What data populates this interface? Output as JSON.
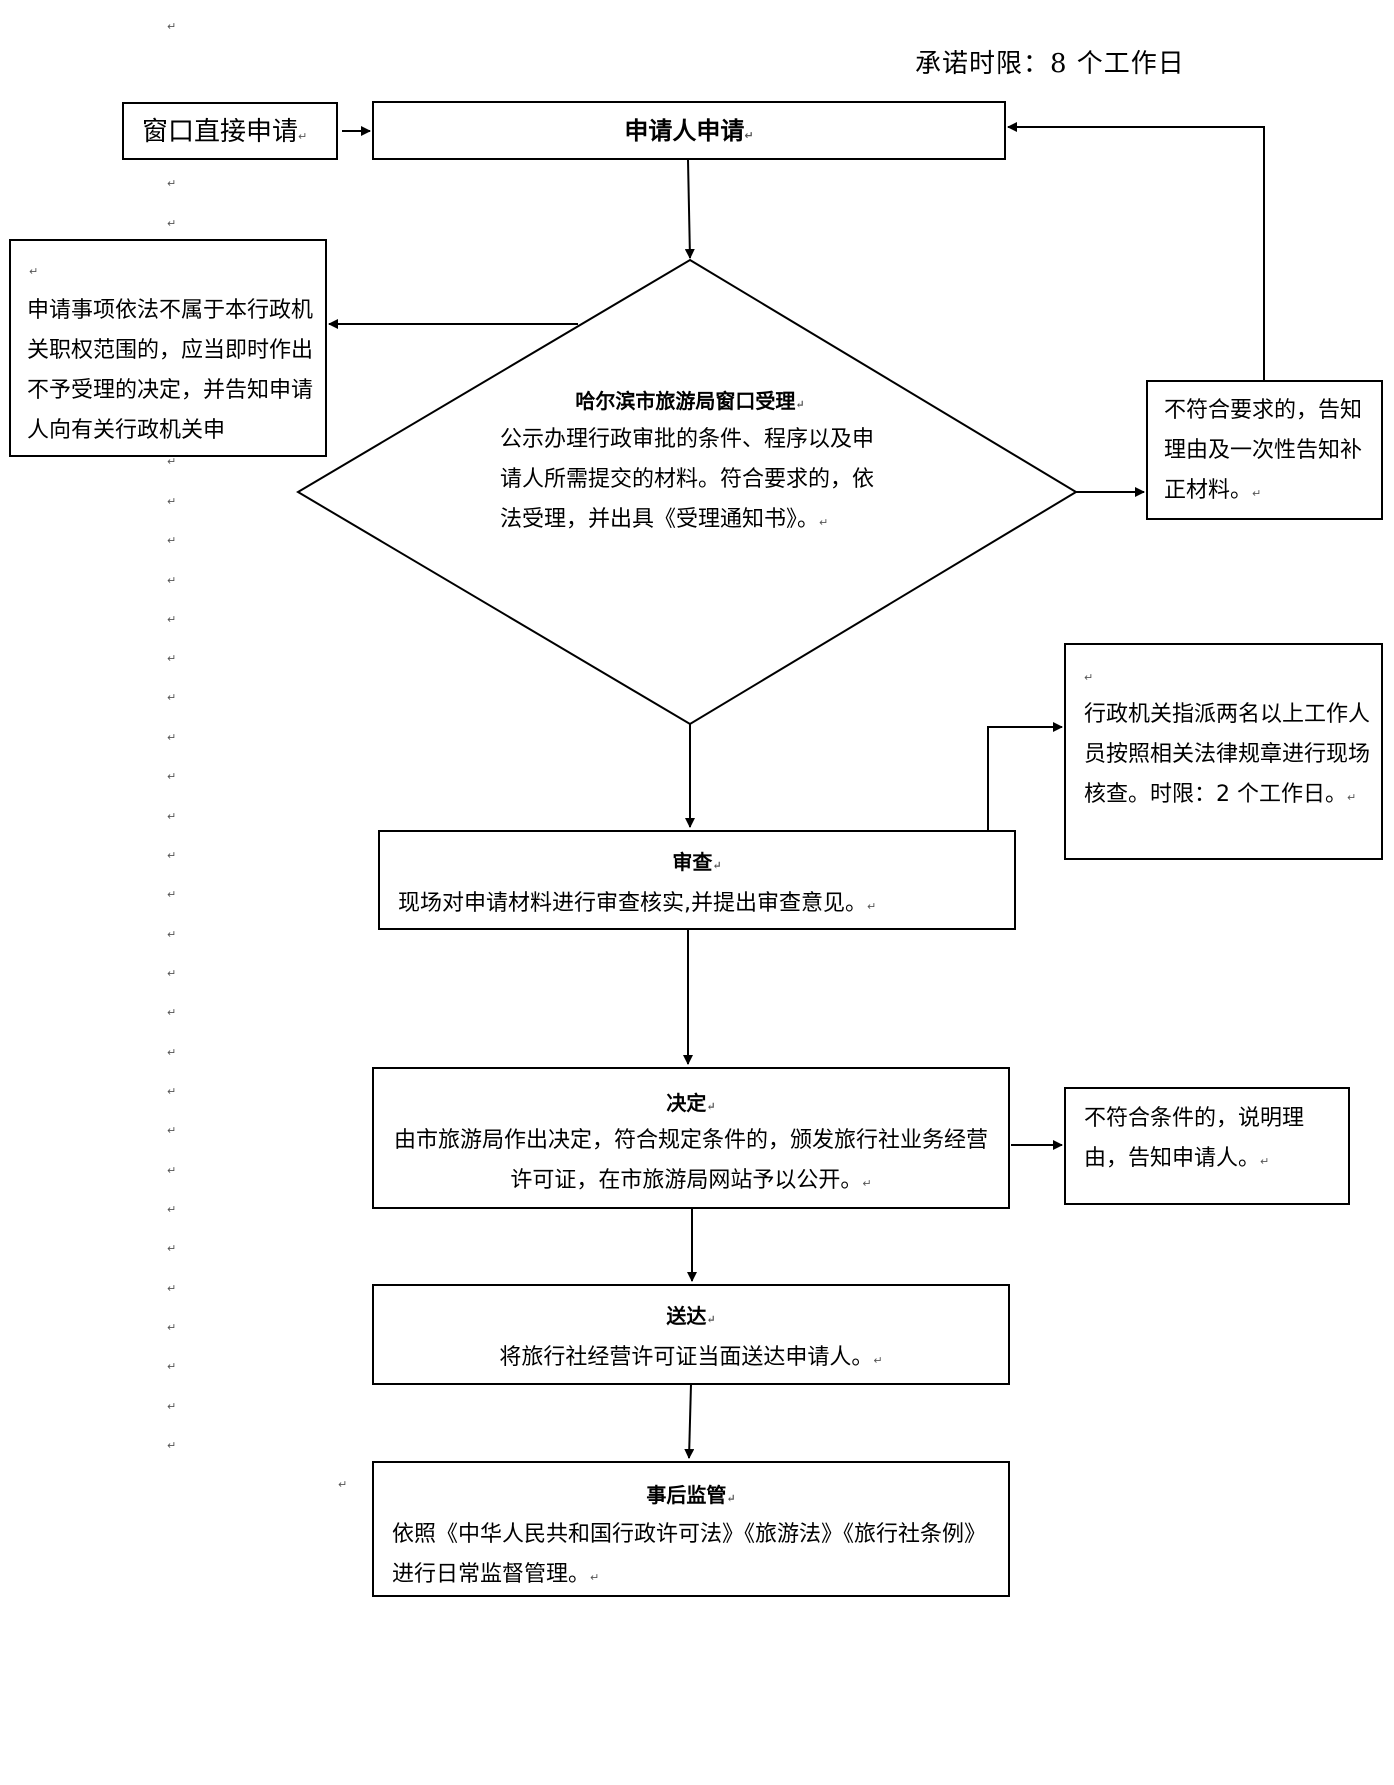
{
  "time_limit": "承诺时限：8 个工作日",
  "paragraph_mark": "↵",
  "nodes": {
    "window_apply": "窗口直接申请",
    "applicant_apply": "申请人申请",
    "accept_title": "哈尔滨市旅游局窗口受理",
    "accept_body": "公示办理行政审批的条件、程序以及申请人所需提交的材料。符合要求的，依法受理，并出具《受理通知书》。",
    "not_in_scope": "申请事项依法不属于本行政机关职权范围的，应当即时作出不予受理的决定，并告知申请人向有关行政机关申",
    "supplement": "不符合要求的，告知理由及一次性告知补正材料。",
    "onsite_check": "行政机关指派两名以上工作人员按照相关法律规章进行现场核查。时限：2 个工作日。",
    "review_title": "审查",
    "review_body": "现场对申请材料进行审查核实,并提出审查意见。",
    "decision_title": "决定",
    "decision_body": "由市旅游局作出决定，符合规定条件的，颁发旅行社业务经营许可证，在市旅游局网站予以公开。",
    "reject": "不符合条件的，说明理由，告知申请人。",
    "deliver_title": "送达",
    "deliver_body": "将旅行社经营许可证当面送达申请人。",
    "supervise_title": "事后监管",
    "supervise_body": "依照《中华人民共和国行政许可法》《旅游法》《旅行社条例》进行日常监督管理。"
  }
}
